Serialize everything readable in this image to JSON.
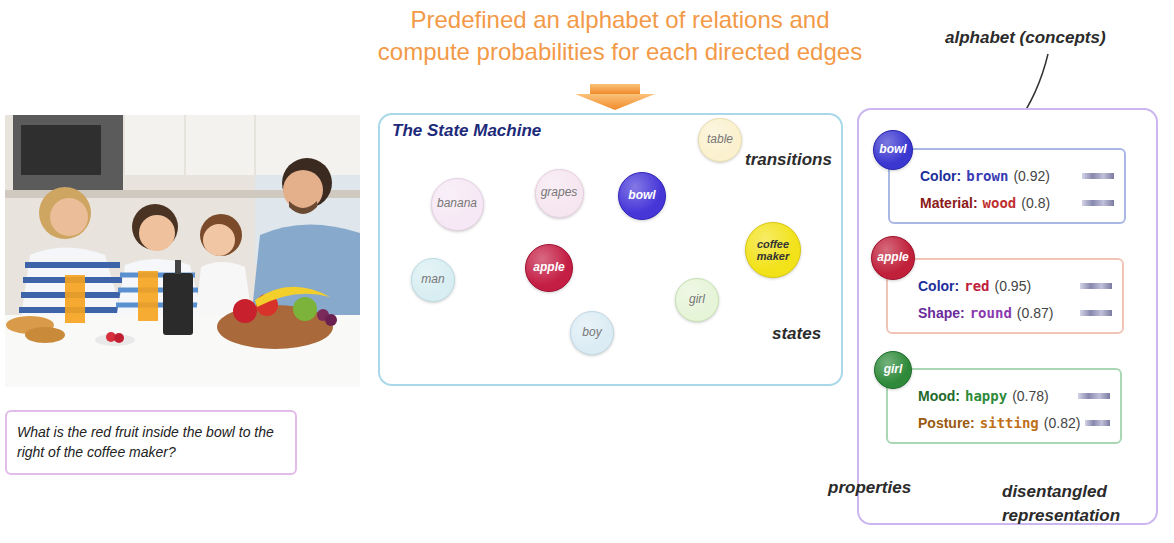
{
  "diagram": {
    "title": "Predefined an alphabet of relations and compute probabilities for each directed edges",
    "nodes": [
      {
        "text": [
          "What is the red fruit inside the bowl to the right of the coffee maker?"
        ]
      },
      {
        "text": [
          "The State Machine"
        ]
      },
      {
        "text": [
          "table"
        ],
        "in": 1
      },
      {
        "text": [
          "grapes"
        ],
        "in": 1
      },
      {
        "text": [
          "bowl"
        ],
        "in": 1
      },
      {
        "text": [
          "banana"
        ],
        "in": 1
      },
      {
        "text": [
          "apple"
        ],
        "in": 1
      },
      {
        "text": [
          "coffee maker"
        ],
        "in": 1
      },
      {
        "text": [
          "man"
        ],
        "in": 1
      },
      {
        "text": [
          "girl"
        ],
        "in": 1
      },
      {
        "text": [
          "boy"
        ],
        "in": 1
      },
      {
        "text": []
      },
      {
        "text": [
          "Color:",
          "brown",
          "(0.92)",
          "Material:",
          "wood",
          "(0.8)"
        ],
        "in": 11
      },
      {
        "text": [
          "bowl"
        ],
        "in": 12
      },
      {
        "text": [
          "Color:",
          "red",
          "(0.95)",
          "Shape:",
          "round",
          "(0.87)"
        ],
        "in": 11
      },
      {
        "text": [
          "apple"
        ],
        "in": 14
      },
      {
        "text": [
          "Mood:",
          "happy",
          "(0.78)",
          "Posture:",
          "sitting",
          "(0.82)"
        ],
        "in": 11
      },
      {
        "text": [
          "girl"
        ],
        "in": 16
      }
    ],
    "edges": [
      {
        "from": 2,
        "to": 4,
        "arrow": "none"
      },
      {
        "from": 4,
        "to": 6,
        "arrow": "none"
      },
      {
        "from": 4,
        "to": 7,
        "arrow": "none"
      },
      {
        "from": 3,
        "to": 6,
        "arrow": "none"
      },
      {
        "from": 5,
        "to": 6,
        "arrow": "none"
      },
      {
        "from": 8,
        "to": 6,
        "arrow": "none"
      },
      {
        "from": 6,
        "to": 10,
        "arrow": "none"
      },
      {
        "from": 10,
        "to": 9,
        "arrow": "none"
      },
      {
        "from": 9,
        "to": 7,
        "arrow": "none"
      }
    ],
    "labels": [
      "transitions",
      "states",
      "alphabet (concepts)",
      "properties",
      "disentangled representation"
    ]
  }
}
